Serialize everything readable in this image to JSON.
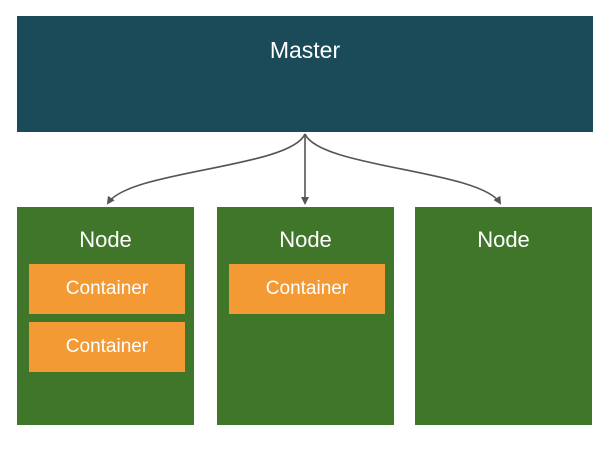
{
  "master": {
    "label": "Master",
    "color": "#1b4b59"
  },
  "nodes": [
    {
      "label": "Node",
      "containers": [
        "Container",
        "Container"
      ]
    },
    {
      "label": "Node",
      "containers": [
        "Container"
      ]
    },
    {
      "label": "Node",
      "containers": []
    }
  ],
  "colors": {
    "node": "#3f762a",
    "container": "#f39a34",
    "connector": "#555555"
  }
}
